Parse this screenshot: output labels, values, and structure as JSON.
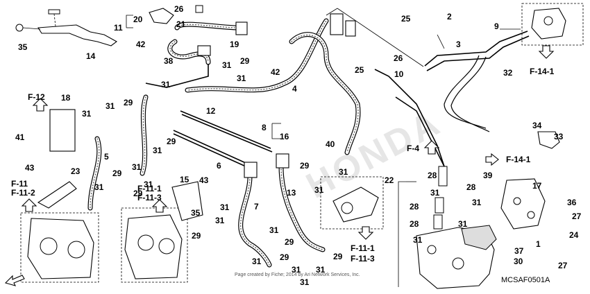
{
  "watermark": "HONDA",
  "diagram_code": "MCSAF0501A",
  "copyright": "Page created by Fiche; 2014 by Ari Network Services, Inc.",
  "references": {
    "f12": "F-12",
    "f11": "F-11",
    "f11_2": "F-11-2",
    "f11_1_left": "F-11-1",
    "f11_3_left": "F-11-3",
    "f11_1_right": "F-11-1",
    "f11_3_right": "F-11-3",
    "f4": "F-4",
    "f14_1_top": "F-14-1",
    "f14_1_right": "F-14-1"
  },
  "part_numbers": {
    "p35a": "35",
    "p14": "14",
    "p20": "20",
    "p11": "11",
    "p21": "21",
    "p26a": "26",
    "p42a": "42",
    "p38": "38",
    "p19": "19",
    "p29a": "29",
    "p42b": "42",
    "p31a": "31",
    "p31b": "31",
    "p4": "4",
    "p25a": "25",
    "p2": "2",
    "p26b": "26",
    "p25b": "25",
    "p10": "10",
    "p9": "9",
    "p3": "3",
    "p32": "32",
    "p18": "18",
    "p41": "41",
    "p31c": "31",
    "p31d": "31",
    "p29b": "29",
    "p31e": "31",
    "p12": "12",
    "p8": "8",
    "p16": "16",
    "p40": "40",
    "p34": "34",
    "p33": "33",
    "p5": "5",
    "p43a": "43",
    "p23": "23",
    "p31f": "31",
    "p31g": "31",
    "p29c": "29",
    "p31h": "31",
    "p29d": "29",
    "p6": "6",
    "p29e": "29",
    "p31i": "31",
    "p31j": "31",
    "p28a": "28",
    "p39": "39",
    "p17": "17",
    "p29f": "29",
    "p15": "15",
    "p43b": "43",
    "p22": "22",
    "p13": "13",
    "p31k": "31",
    "p28b": "28",
    "p31l": "31",
    "p36": "36",
    "p7": "7",
    "p31m": "31",
    "p35b": "35",
    "p29g": "29",
    "p31n": "31",
    "p28c": "28",
    "p31o": "31",
    "p27a": "27",
    "p28d": "28",
    "p31p": "31",
    "p24": "24",
    "p1": "1",
    "p31q": "31",
    "p29h": "29",
    "p29i": "29",
    "p31r": "31",
    "p37": "37",
    "p30": "30",
    "p27b": "27",
    "p31s": "31",
    "p29j": "29",
    "p31t": "31",
    "p31u": "31",
    "p31v": "31"
  }
}
